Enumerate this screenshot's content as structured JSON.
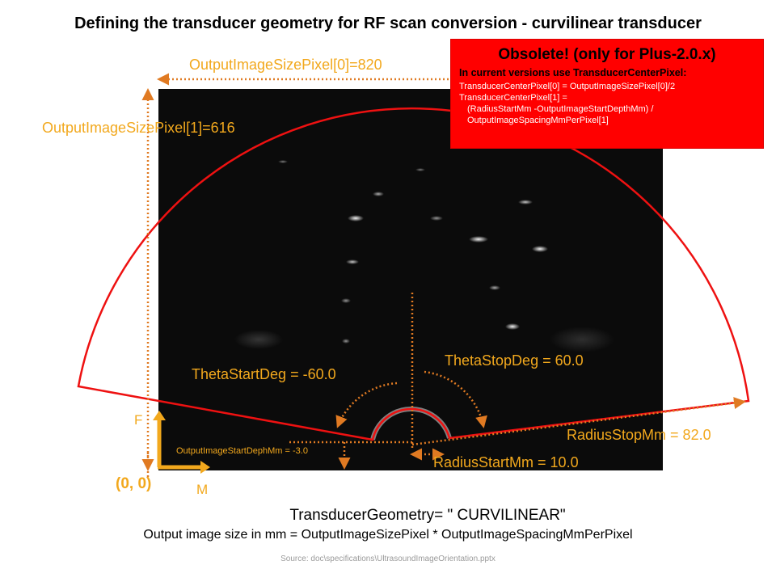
{
  "title": "Defining the transducer geometry for RF scan conversion - curvilinear transducer",
  "labels": {
    "output_size_x": "OutputImageSizePixel[0]=820",
    "output_size_y": "OutputImageSizePixel[1]=616",
    "theta_start": "ThetaStartDeg = -60.0",
    "theta_stop": "ThetaStopDeg = 60.0",
    "radius_stop": "RadiusStopMm = 82.0",
    "radius_start": "RadiusStartMm = 10.0",
    "start_depth": "OutputImageStartDephMm = -3.0",
    "origin": "(0, 0)",
    "axis_f": "F",
    "axis_m": "M"
  },
  "obsolete": {
    "heading": "Obsolete! (only for Plus-2.0.x)",
    "subheading": "In current versions use TransducerCenterPixel:",
    "lines": [
      "TransducerCenterPixel[0] = OutputImageSizePixel[0]/2",
      "TransducerCenterPixel[1] =",
      "(RadiusStartMm -OutputImageStartDepthMm) /",
      "OutputImageSpacingMmPerPixel[1]"
    ]
  },
  "transducer_geometry": "TransducerGeometry= \" CURVILINEAR\"",
  "formula": "Output image size in mm = OutputImageSizePixel  * OutputImageSpacingMmPerPixel",
  "source": "Source: doc\\specifications\\UltrasoundImageOrientation.pptx",
  "colors": {
    "annotation": "#f2a81d",
    "arrow": "#e07a22",
    "geometry": "#ee1111",
    "banner": "#ff0000"
  }
}
